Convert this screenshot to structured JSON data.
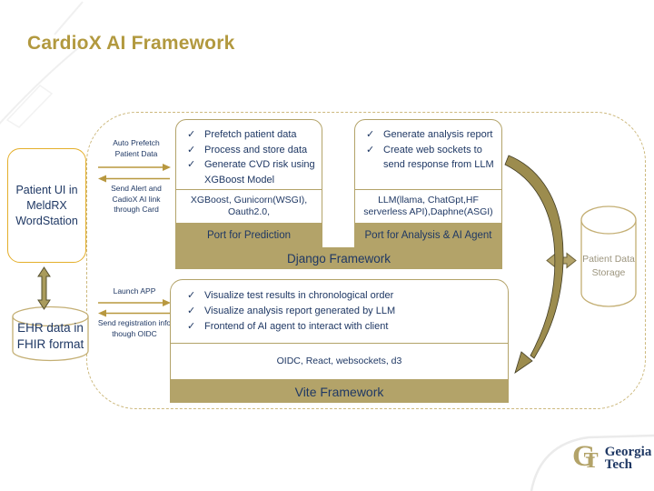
{
  "title": "CardioX AI Framework",
  "icons": {
    "check": "✓"
  },
  "colors": {
    "gold": "#B3A369",
    "navy": "#1F3864",
    "title_gold": "#B2993F",
    "dashed_border": "#CDB97E",
    "patient_box_border": "#E4AF2B"
  },
  "left_column": {
    "patient_ui_label": "Patient UI in MeldRX WordStation",
    "ehr_label": "EHR data in FHIR format"
  },
  "flow_labels": {
    "auto_prefetch": "Auto Prefetch Patient Data",
    "send_alert": "Send Alert and CadioX AI link through Card",
    "launch_app": "Launch APP",
    "send_registration": "Send registration info though OIDC"
  },
  "django": {
    "label": "Django Framework",
    "prediction": {
      "tasks": [
        "Prefetch patient data",
        "Process and store data",
        "Generate CVD risk using XGBoost Model"
      ],
      "tech": "XGBoost, Gunicorn(WSGI), Oauth2.0,",
      "port": "Port for Prediction"
    },
    "analysis": {
      "tasks": [
        "Generate analysis report",
        "Create web sockets to send response from LLM"
      ],
      "tech": "LLM(llama, ChatGpt,HF serverless API),Daphne(ASGI)",
      "port": "Port for Analysis & AI Agent"
    }
  },
  "vite": {
    "label": "Vite Framework",
    "tasks": [
      "Visualize test results in chronological order",
      "Visualize analysis report generated by LLM",
      "Frontend of AI agent to interact with client"
    ],
    "tech": "OIDC, React, websockets, d3"
  },
  "storage_label": "Patient Data Storage",
  "logo": {
    "mark_g": "G",
    "mark_t": "T",
    "line1": "Georgia",
    "line2": "Tech"
  }
}
